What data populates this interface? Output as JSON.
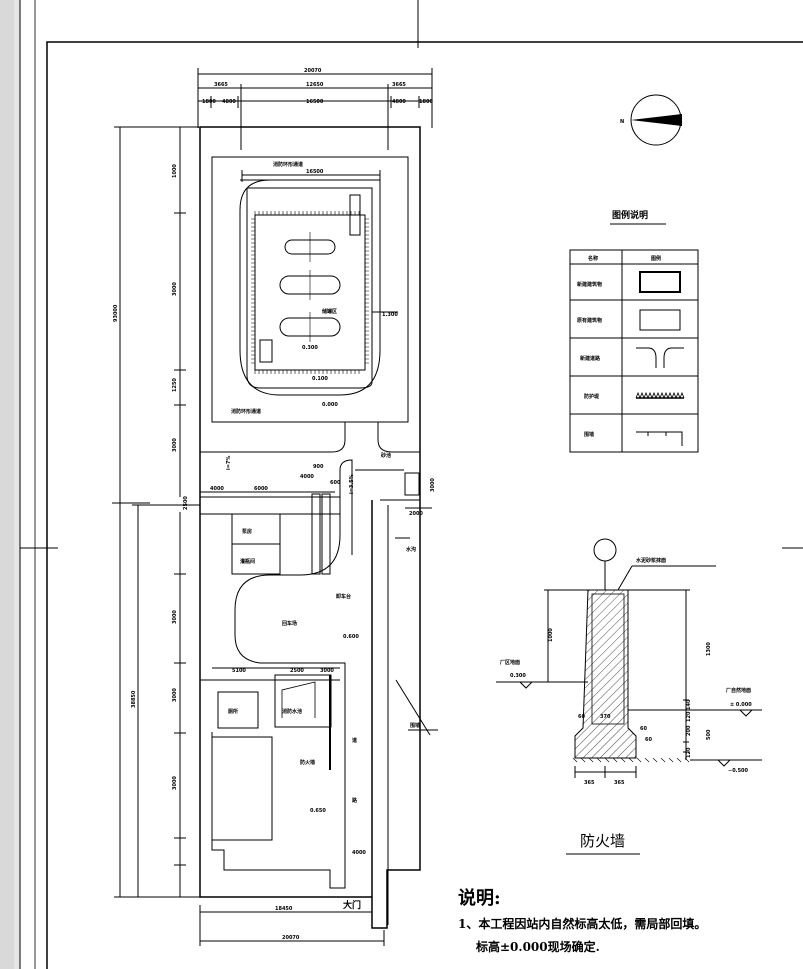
{
  "drawing": {
    "north_label": "N",
    "legend": {
      "title": "图例说明",
      "headers": [
        "名称",
        "图例"
      ],
      "rows": [
        {
          "name": "新建建筑物",
          "icon": "new-building-icon"
        },
        {
          "name": "原有建筑物",
          "icon": "existing-building-icon"
        },
        {
          "name": "新建道路",
          "icon": "new-road-icon"
        },
        {
          "name": "防护堤",
          "icon": "embankment-icon"
        },
        {
          "name": "围墙",
          "icon": "enclosure-wall-icon"
        }
      ]
    },
    "site": {
      "road_top": "消防环形通道",
      "road_bottom": "消防环形通道",
      "tank_area": "储罐区",
      "elev_tank_right": "1.300",
      "elev_tank_mid": "0.300",
      "elev_tank_low": "0.100",
      "elev_road": "0.000",
      "slope_left": "i=7%",
      "slope_right": "i=3.5%",
      "sand_pool": "砂池",
      "pump_room": "泵房",
      "cylinder_room": "灌瓶间",
      "unload_platform": "卸车台",
      "turnaround": "回车场",
      "elev_turn": "0.600",
      "toilet": "厕所",
      "fire_pool": "消防水池",
      "firewall_lbl": "防火墙",
      "road_char1": "道",
      "road_char2": "路",
      "elev_yard": "0.650",
      "gate": "大门",
      "ditch": "水沟",
      "enclosure": "围墙",
      "dims_top": [
        "20070",
        "3665",
        "12650",
        "3665",
        "1800",
        "4800",
        "16500",
        "4800",
        "1800"
      ],
      "dim_tank_top": "16500",
      "dims_left": [
        "1000",
        "3000",
        "1250",
        "3000",
        "3000"
      ],
      "dim_left_outer": "93000",
      "dim_left_lower": "38850",
      "dims_process": [
        "2500",
        "4000",
        "6000",
        "4000",
        "900",
        "600"
      ],
      "dims_lower": [
        "5100",
        "2500",
        "3000",
        "3000",
        "3000"
      ],
      "dim_bottom_inner": "18450",
      "dim_bottom_outer": "20070",
      "dim_sand_pool": "3000",
      "dim_gate": "4000",
      "dim_small": "2000"
    },
    "firewall": {
      "title": "防火墙",
      "top_note": "水泥砂浆抹面",
      "left_label": "厂区地面",
      "left_elev": "0.300",
      "right_label": "厂自然地面",
      "right_elev": "± 0.000",
      "bottom_elev": "−0.500",
      "dims": [
        "1000",
        "1300",
        "140",
        "500",
        "120",
        "200",
        "120",
        "370",
        "60",
        "60",
        "60",
        "365",
        "365"
      ]
    },
    "notes": {
      "heading": "说明:",
      "line1": "1、本工程因站内自然标高太低，需局部回填。",
      "line2": "标高±0.000现场确定."
    }
  }
}
